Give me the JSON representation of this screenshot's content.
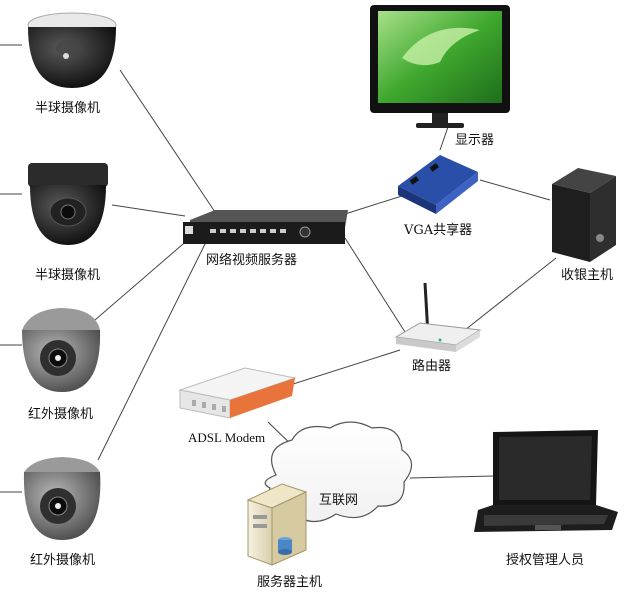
{
  "nodes": {
    "dome_camera_1": "半球摄像机",
    "dome_camera_2": "半球摄像机",
    "ir_camera_1": "红外摄像机",
    "ir_camera_2": "红外摄像机",
    "dvr": "网络视频服务器",
    "monitor": "显示器",
    "vga_splitter": "VGA共享器",
    "cashier_host": "收银主机",
    "router": "路由器",
    "adsl_modem": "ADSL Modem",
    "internet": "互联网",
    "server_host": "服务器主机",
    "authorized_staff": "授权管理人员"
  },
  "colors": {
    "line": "#444444",
    "dome_body": "#1a1a1a",
    "dome_base": "#e9e9e9",
    "ir_body": "#6d6d6d",
    "screen_green": "#3fa82e",
    "splitter_blue": "#2a4fa8",
    "modem_orange": "#e8743c"
  }
}
